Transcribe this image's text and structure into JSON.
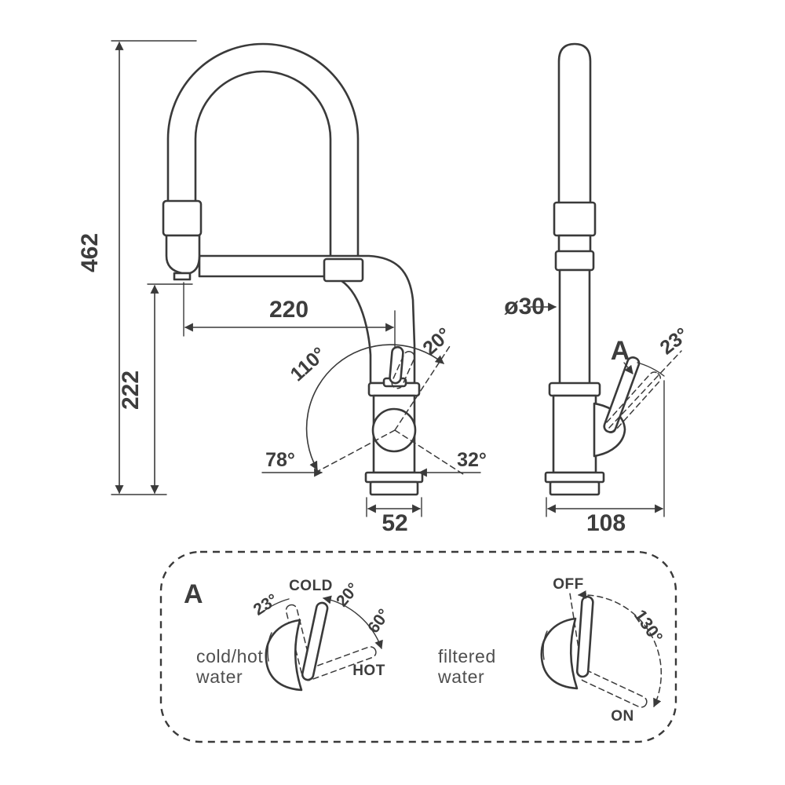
{
  "drawing": {
    "front": {
      "height": "462",
      "spout_height": "222",
      "reach": "220",
      "swivel_angle": "110°",
      "handle_tilt": "20°",
      "angle_back": "78°",
      "angle_front": "32°",
      "base_width": "52"
    },
    "side": {
      "diameter": "ø30",
      "detail_ref": "A",
      "handle_tilt": "23°",
      "base_depth": "108"
    },
    "legend": {
      "label": "A",
      "cold_hot": {
        "line1": "cold/hot",
        "line2": "water",
        "tilt": "23°",
        "cold": "COLD",
        "mid_angle": "20°",
        "range_angle": "60°",
        "hot": "HOT"
      },
      "filtered": {
        "line1": "filtered",
        "line2": "water",
        "off": "OFF",
        "range_angle": "130°",
        "on": "ON"
      }
    }
  }
}
